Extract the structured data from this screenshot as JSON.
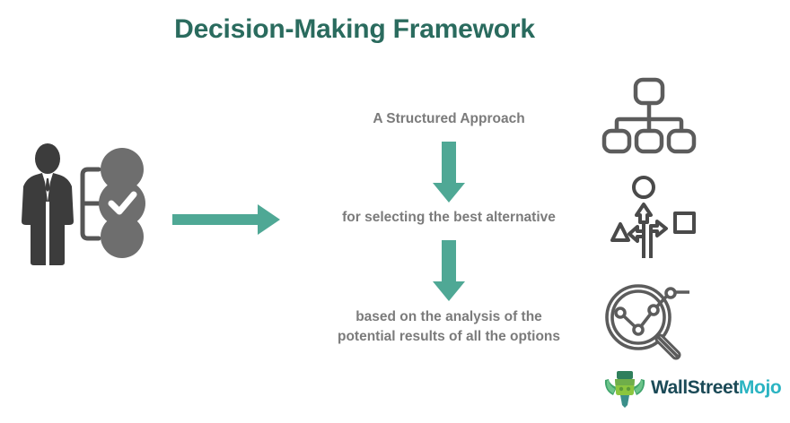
{
  "title": "Decision-Making Framework",
  "steps": {
    "step1": "A Structured Approach",
    "step2": "for selecting the best alternative",
    "step3_line1": "based on the analysis of the",
    "step3_line2": "potential results of all the options"
  },
  "icons": {
    "person": "businessman-decision-options-icon",
    "horizontal_arrow": "right-arrow-icon",
    "vertical_arrow_1": "down-arrow-icon",
    "vertical_arrow_2": "down-arrow-icon",
    "hierarchy": "org-chart-hierarchy-icon",
    "choice": "branching-arrows-options-icon",
    "analysis": "magnifier-line-chart-icon",
    "logo_mark": "wallstreetmojo-bull-icon"
  },
  "logo": {
    "part_a": "WallStreet",
    "part_b": "Mojo"
  },
  "colors": {
    "title_teal": "#2a6b5e",
    "accent_teal": "#4fa895",
    "body_gray": "#7b7b7b",
    "icon_gray": "#5c5c5c",
    "person_dark": "#3c3c3c",
    "circle_gray": "#6e6e6e",
    "logo_dark": "#1b4a57",
    "logo_light": "#2bb4c2",
    "background": "#ffffff"
  }
}
